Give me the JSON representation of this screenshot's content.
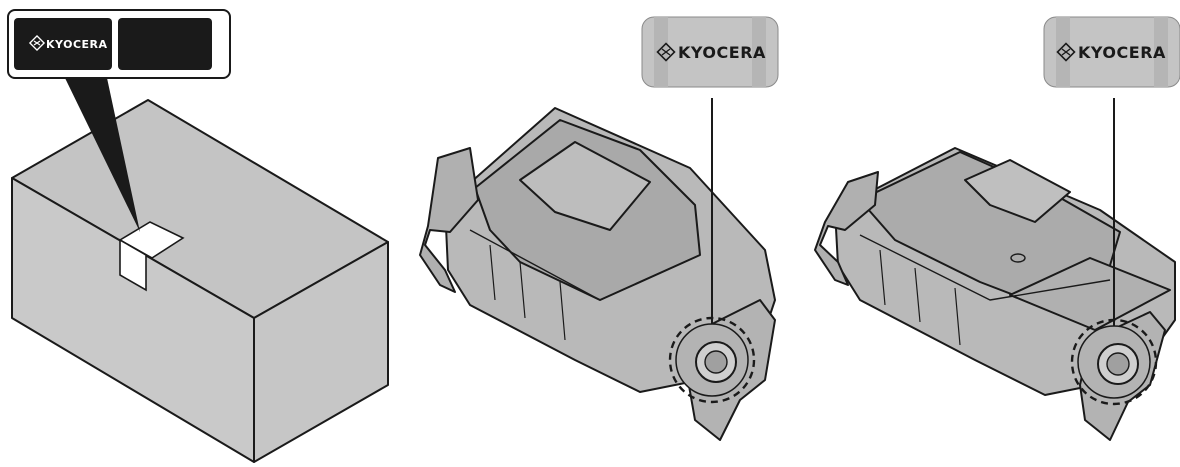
{
  "labels": {
    "box_label_brand": "KYOCERA",
    "cartridge_a_brand": "KYOCERA",
    "cartridge_b_brand": "KYOCERA"
  },
  "colors": {
    "box_fill": "#c8c8c8",
    "label_dark": "#1a1a1a",
    "label_gray": "#c4c4c4",
    "cartridge_fill": "#b8b8b8",
    "cartridge_top": "#a8a8a8",
    "outline": "#1a1a1a"
  },
  "icons": {
    "brand_mark": "kyocera-logo-icon",
    "callout": "dashed-circle-callout-icon"
  }
}
